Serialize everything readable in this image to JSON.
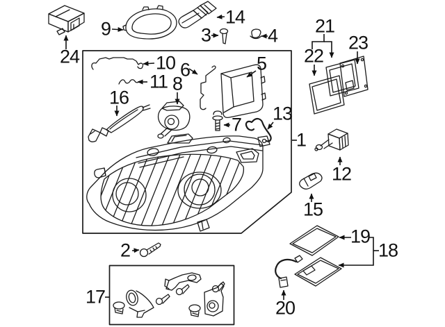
{
  "diagram": {
    "kind": "exploded-parts-diagram",
    "background_color": "#ffffff",
    "line_color": "#1a1a1a",
    "callouts": [
      {
        "label": "1"
      },
      {
        "label": "2"
      },
      {
        "label": "3"
      },
      {
        "label": "4"
      },
      {
        "label": "5"
      },
      {
        "label": "6"
      },
      {
        "label": "7"
      },
      {
        "label": "8"
      },
      {
        "label": "9"
      },
      {
        "label": "10"
      },
      {
        "label": "11"
      },
      {
        "label": "12"
      },
      {
        "label": "13"
      },
      {
        "label": "14"
      },
      {
        "label": "15"
      },
      {
        "label": "16"
      },
      {
        "label": "17"
      },
      {
        "label": "18"
      },
      {
        "label": "19"
      },
      {
        "label": "20"
      },
      {
        "label": "21"
      },
      {
        "label": "22"
      },
      {
        "label": "23"
      },
      {
        "label": "24"
      }
    ]
  }
}
